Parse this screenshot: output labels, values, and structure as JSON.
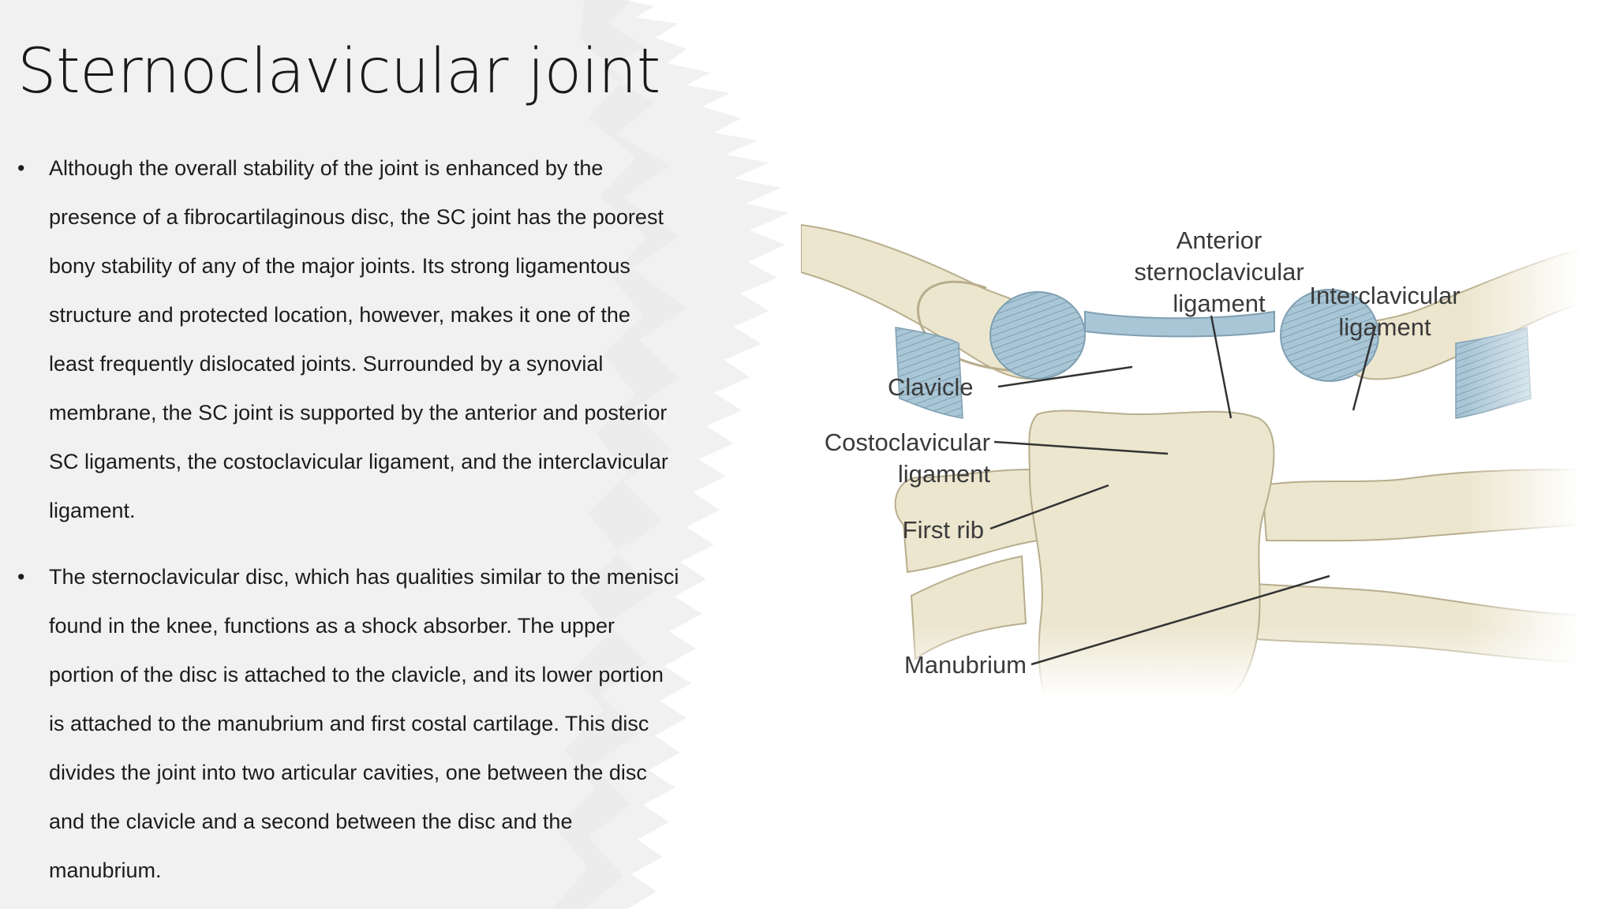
{
  "slide": {
    "title": "Sternoclavicular joint",
    "bullets": [
      {
        "marker": "•",
        "text": "Although the overall stability of the joint is enhanced by the presence of a fibrocartilaginous disc, the SC joint has the poorest bony stability of any of the major joints. Its strong ligamentous structure and protected location, however, makes it one of the least frequently dislocated joints. Surrounded by a synovial membrane, the SC joint is supported by the anterior and posterior SC ligaments, the costoclavicular ligament, and the interclavicular ligament."
      },
      {
        "marker": "•",
        "text": "The sternoclavicular disc, which has qualities similar to the menisci found in the knee, functions as a shock absorber. The upper portion of the disc is attached to the clavicle, and its lower portion is attached to the manubrium and first costal cartilage. This disc divides the joint into two articular cavities, one between the disc and the clavicle and a second between the disc and the manubrium."
      }
    ]
  },
  "figure": {
    "labels": {
      "anterior_line1": "Anterior",
      "anterior_line2": "sternoclavicular",
      "anterior_line3": "ligament",
      "interclavicular_line1": "Interclavicular",
      "interclavicular_line2": "ligament",
      "clavicle": "Clavicle",
      "costoclavicular_line1": "Costoclavicular",
      "costoclavicular_line2": "ligament",
      "first_rib": "First rib",
      "manubrium": "Manubrium"
    },
    "colors": {
      "bone": "#ece6cf",
      "bone_outline": "#b8ad8c",
      "ligament": "#a9c6d6",
      "ligament_stripe": "#7f9fb2",
      "brush": "#efefef"
    }
  }
}
